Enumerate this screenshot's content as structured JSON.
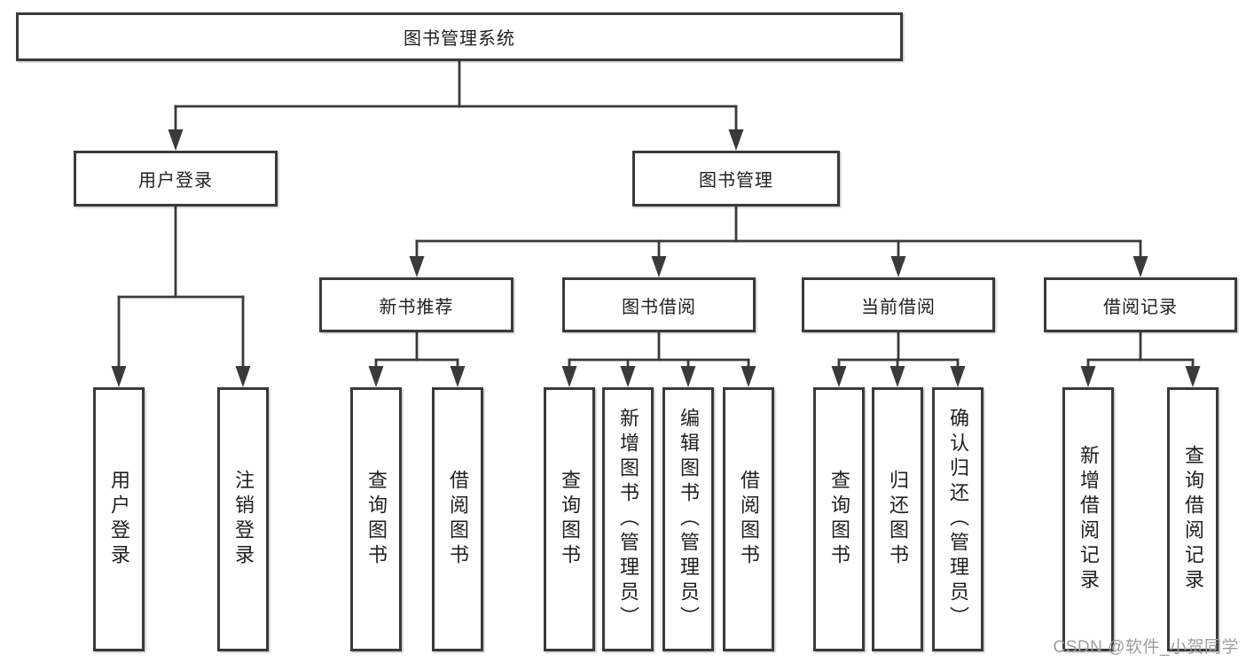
{
  "diagram": {
    "root": {
      "label": "图书管理系统"
    },
    "branches": [
      {
        "label": "用户登录",
        "children": [
          {
            "label": "用户登录"
          },
          {
            "label": "注销登录"
          }
        ]
      },
      {
        "label": "图书管理",
        "children": [
          {
            "label": "新书推荐",
            "children": [
              {
                "label": "查询图书"
              },
              {
                "label": "借阅图书"
              }
            ]
          },
          {
            "label": "图书借阅",
            "children": [
              {
                "label": "查询图书"
              },
              {
                "label": "新增图书（管理员）"
              },
              {
                "label": "编辑图书（管理员）"
              },
              {
                "label": "借阅图书"
              }
            ]
          },
          {
            "label": "当前借阅",
            "children": [
              {
                "label": "查询图书"
              },
              {
                "label": "归还图书"
              },
              {
                "label": "确认归还（管理员）"
              }
            ]
          },
          {
            "label": "借阅记录",
            "children": [
              {
                "label": "新增借阅记录"
              },
              {
                "label": "查询借阅记录"
              }
            ]
          }
        ]
      }
    ]
  },
  "watermark": {
    "text": "CSDN @软件_小贺同学"
  },
  "colors": {
    "line": "#3a3a3a",
    "text": "#1f1f1f",
    "background": "#ffffff",
    "watermark": "#9d9d9d"
  }
}
